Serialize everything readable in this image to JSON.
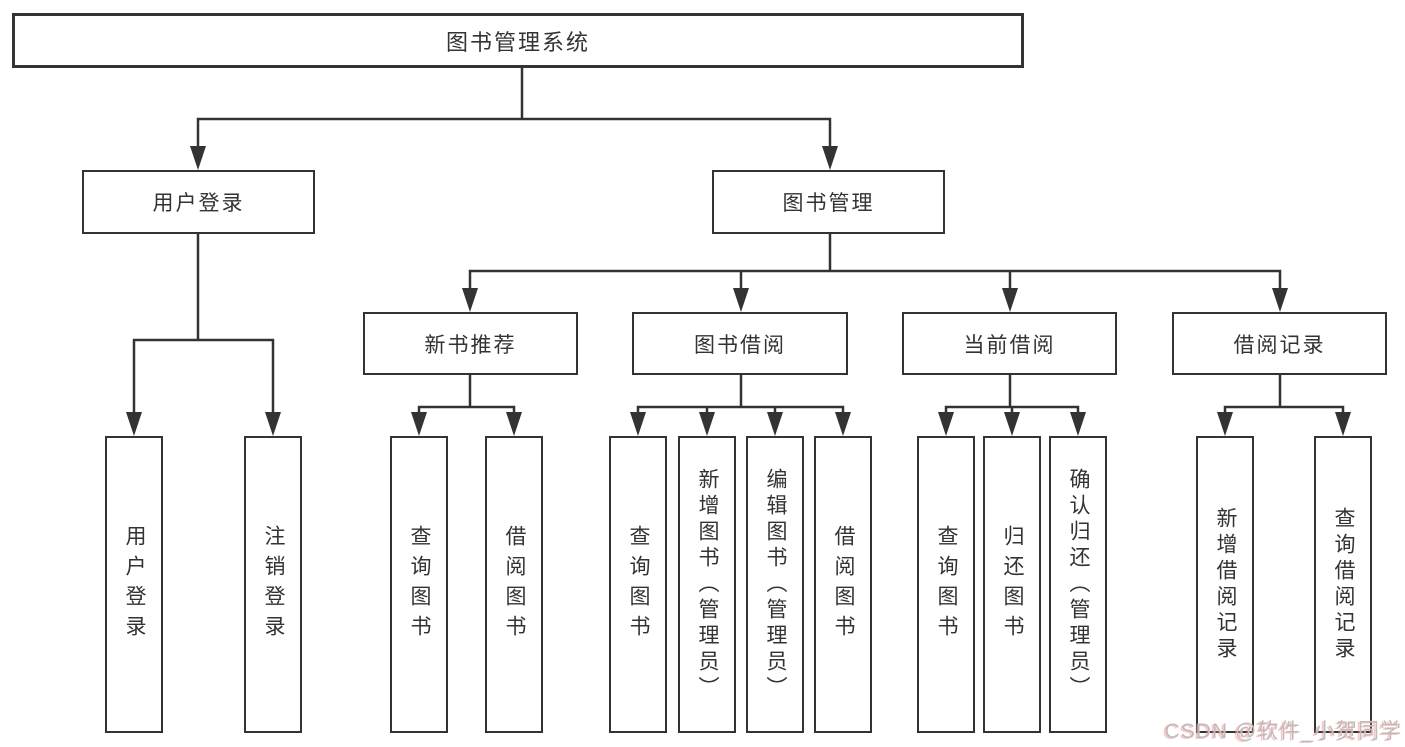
{
  "diagram": {
    "root": {
      "label": "图书管理系统"
    },
    "level2": {
      "user": {
        "label": "用户登录"
      },
      "book": {
        "label": "图书管理"
      }
    },
    "level3": {
      "recommend": {
        "label": "新书推荐"
      },
      "borrow": {
        "label": "图书借阅"
      },
      "current": {
        "label": "当前借阅"
      },
      "records": {
        "label": "借阅记录"
      }
    },
    "leaves": {
      "user_login": "用户登录",
      "logout": "注销登录",
      "recommend_query_books": "查询图书",
      "recommend_borrow_books": "借阅图书",
      "borrow_query_books": "查询图书",
      "borrow_add_books": "新增图书（管理员）",
      "borrow_edit_books": "编辑图书（管理员）",
      "borrow_borrow_books": "借阅图书",
      "current_query_books": "查询图书",
      "current_return_books": "归还图书",
      "current_confirm_return": "确认归还（管理员）",
      "records_add_record": "新增借阅记录",
      "records_query_record": "查询借阅记录"
    }
  },
  "watermark": {
    "text": "CSDN @软件_小贺同学"
  },
  "colors": {
    "line": "#333333",
    "background": "#ffffff",
    "watermark": "#c2b9b9"
  }
}
